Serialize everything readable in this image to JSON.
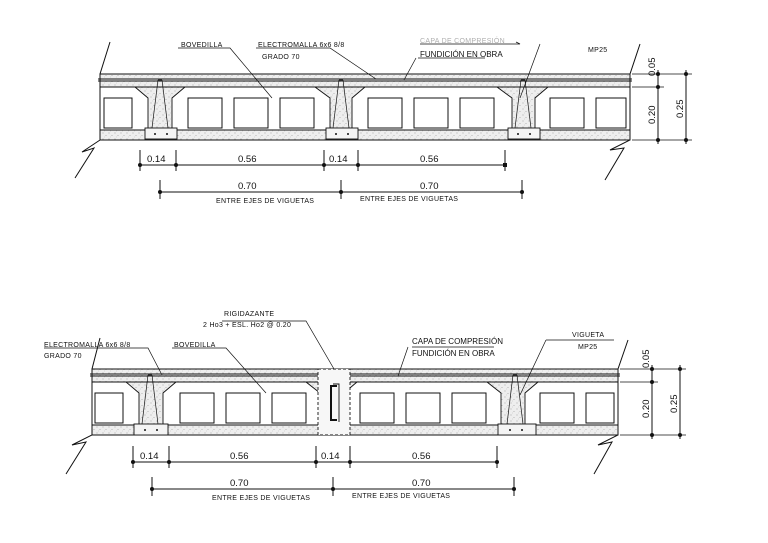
{
  "top_section": {
    "labels": {
      "bovedilla": "BOVEDILLA",
      "electromalla": "ELECTROMALLA 6x6 8/8",
      "grado": "GRADO 70",
      "capa_compresion": "CAPA DE COMPRESIÓN",
      "fundicion": "FUNDICIÓN EN OBRA",
      "vigueta": "MP25"
    },
    "dims_row1": [
      "0.14",
      "0.56",
      "0.14",
      "0.56"
    ],
    "dims_row2": [
      "0.70",
      "0.70"
    ],
    "dims_row2_caption": [
      "ENTRE EJES DE VIGUETAS",
      "ENTRE EJES DE VIGUETAS"
    ],
    "dims_vertical": {
      "topping": "0.05",
      "block": "0.20",
      "total": "0.25"
    }
  },
  "bottom_section": {
    "labels": {
      "electromalla": "ELECTROMALLA 6x6 8/8",
      "grado": "GRADO 70",
      "bovedilla": "BOVEDILLA",
      "rigidizante": "RIGIDAZANTE",
      "rigidizante_spec": "2 Ho3 + ESL. Ho2 @ 0.20",
      "capa_compresion": "CAPA DE COMPRESIÓN",
      "fundicion": "FUNDICIÓN EN OBRA",
      "vigueta": "VIGUETA",
      "vigueta_code": "MP25"
    },
    "dims_row1": [
      "0.14",
      "0.56",
      "0.14",
      "0.56"
    ],
    "dims_row2": [
      "0.70",
      "0.70"
    ],
    "dims_row2_caption": [
      "ENTRE EJES DE VIGUETAS",
      "ENTRE EJES DE VIGUETAS"
    ],
    "dims_vertical": {
      "topping": "0.05",
      "block": "0.20",
      "total": "0.25"
    }
  }
}
